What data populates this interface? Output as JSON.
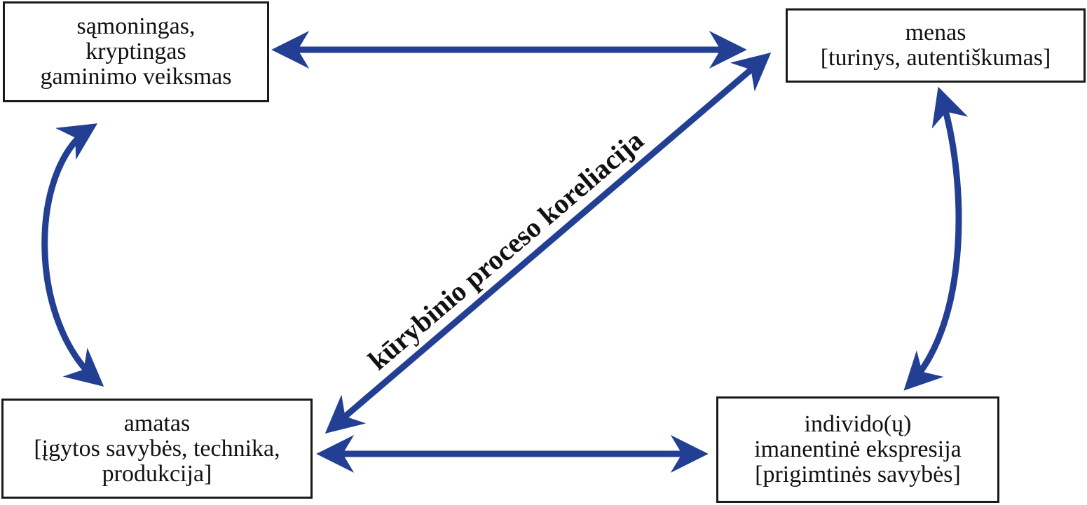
{
  "nodes": {
    "top_left": {
      "lines": [
        "sąmoningas,",
        "kryptingas",
        "gaminimo veiksmas"
      ]
    },
    "top_right": {
      "lines": [
        "menas",
        "[turinys, autentiškumas]"
      ]
    },
    "bottom_left": {
      "lines": [
        "amatas",
        "[įgytos savybės, technika,",
        "produkcija]"
      ]
    },
    "bottom_right": {
      "lines": [
        "individo(ų)",
        "imanentinė ekspresija",
        "[prigimtinės savybės]"
      ]
    }
  },
  "diagonal_label": "kūrybinio proceso koreliacija",
  "colors": {
    "arrow": "#233f93",
    "box_border": "#1a1a1a",
    "text": "#111111"
  }
}
